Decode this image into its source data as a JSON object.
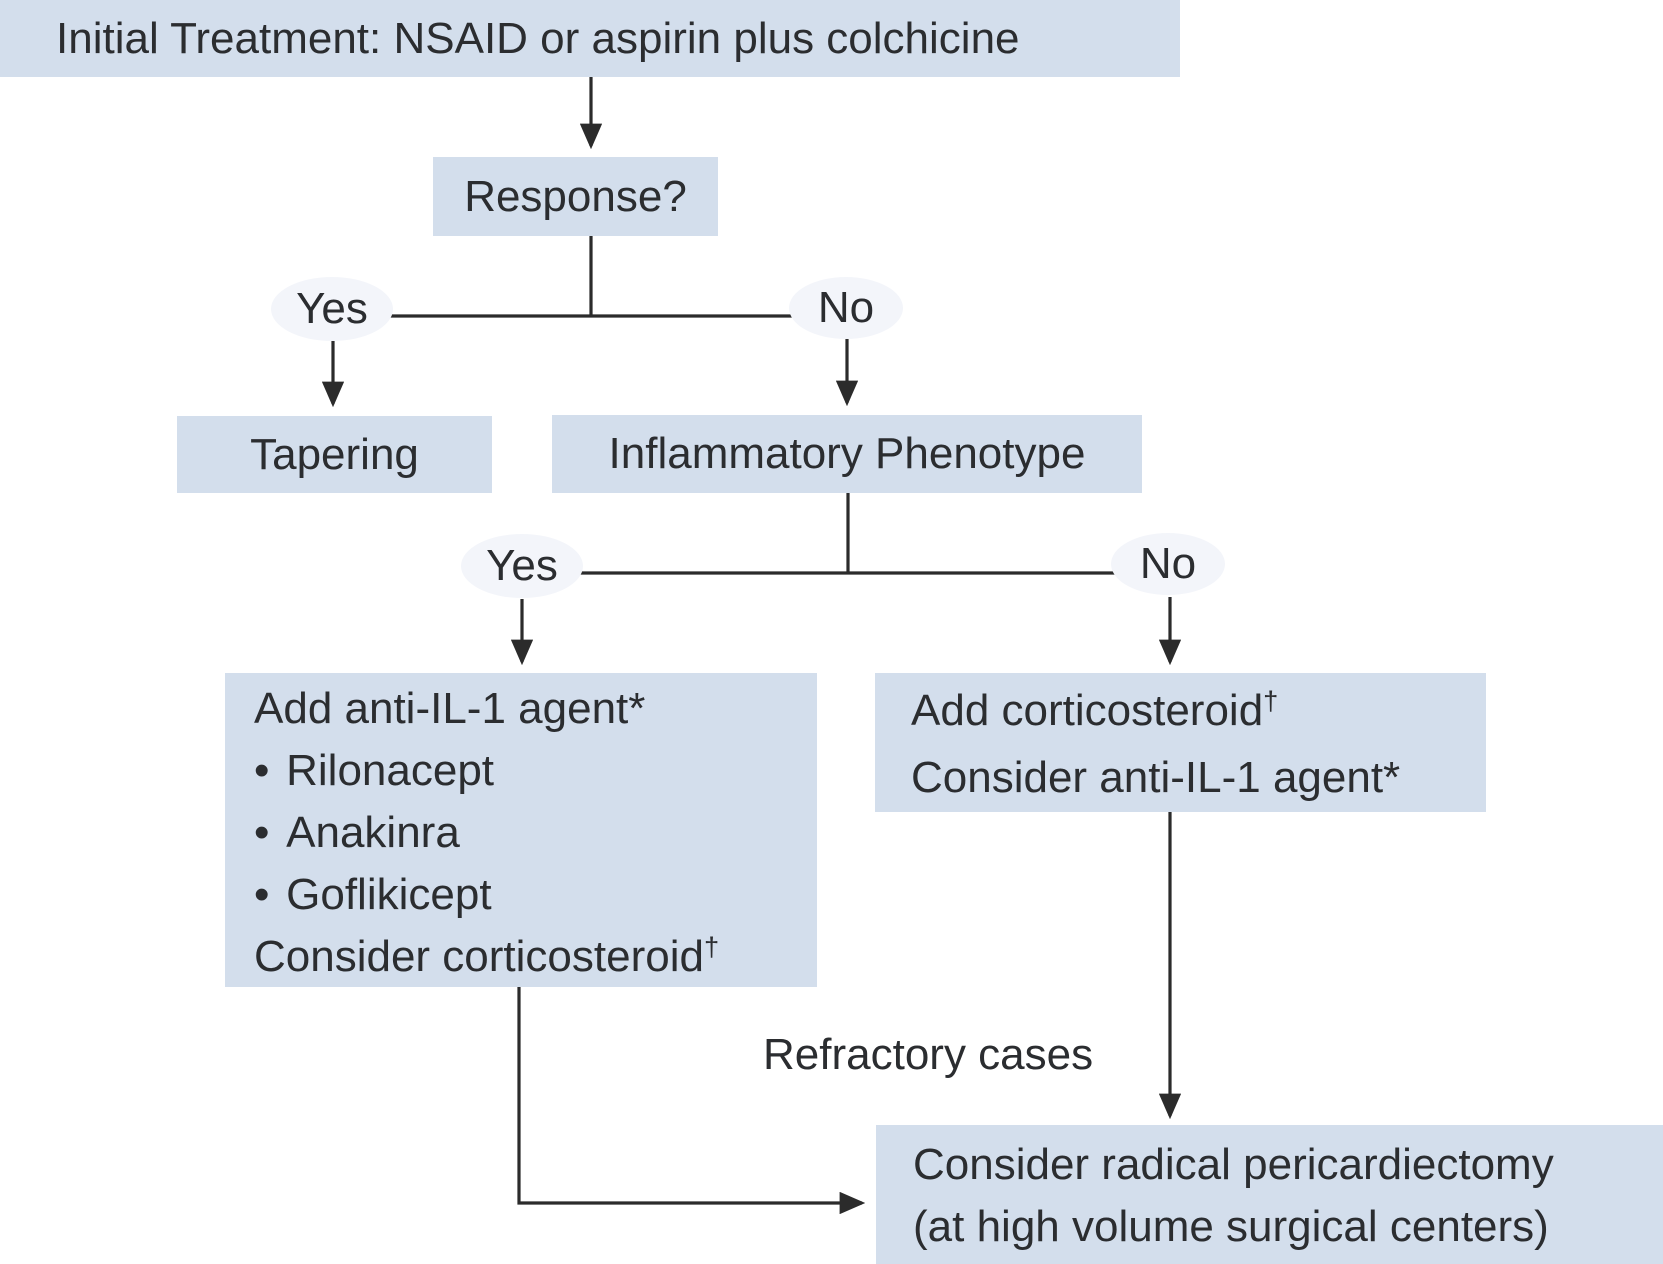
{
  "colors": {
    "node_fill": "#d3deec",
    "oval_fill": "#f3f5fa",
    "line": "#2b2b2b",
    "text": "#2b2d30",
    "background": "#ffffff"
  },
  "nodes": {
    "initial_treatment": {
      "label": "Initial Treatment: NSAID or aspirin plus colchicine"
    },
    "response": {
      "label": "Response?"
    },
    "tapering": {
      "label": "Tapering"
    },
    "inflammatory_phenotype": {
      "label": "Inflammatory Phenotype"
    },
    "add_anti_il1": {
      "title": "Add anti-IL-1 agent*",
      "bullet_char": "•",
      "bullets": [
        "Rilonacept",
        "Anakinra",
        "Goflikicept"
      ],
      "footer": "Consider corticosteroid",
      "footer_sup": "†"
    },
    "add_corticosteroid": {
      "line1": "Add corticosteroid",
      "line1_sup": "†",
      "line2": "Consider anti-IL-1 agent*"
    },
    "pericardiectomy": {
      "line1": "Consider radical pericardiectomy",
      "line2": "(at high volume surgical centers)"
    }
  },
  "branch_labels": {
    "response_yes": "Yes",
    "response_no": "No",
    "phenotype_yes": "Yes",
    "phenotype_no": "No"
  },
  "edge_labels": {
    "refractory": "Refractory cases"
  }
}
